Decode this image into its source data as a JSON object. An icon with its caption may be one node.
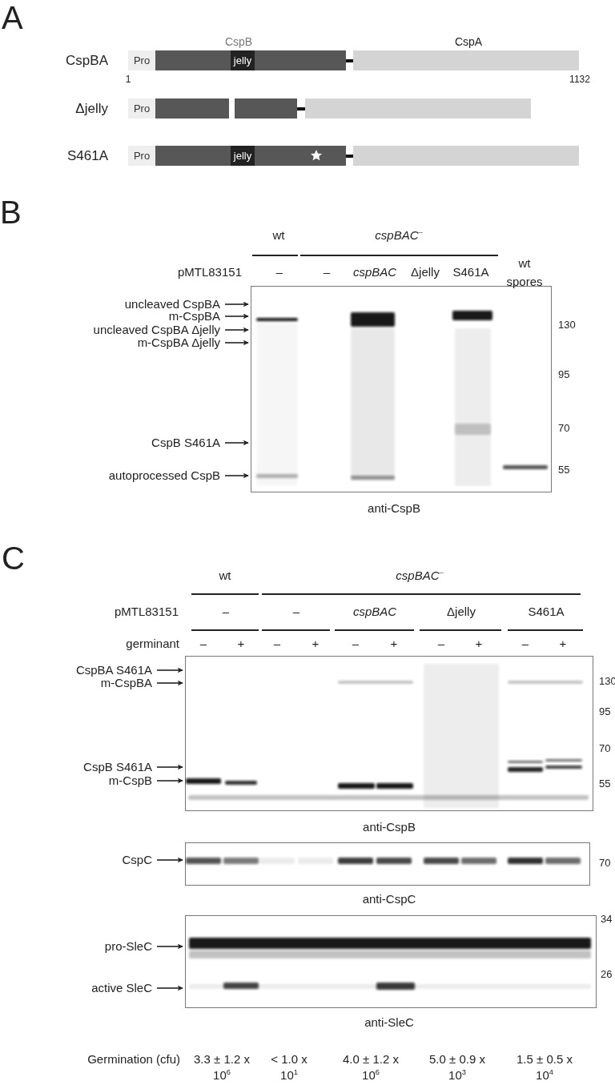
{
  "diagram": {
    "nodes": [
      {
        "text": [
          "Pro"
        ]
      },
      {
        "text": [
          "CspB"
        ]
      },
      {
        "text": [
          "jelly"
        ],
        "in": 1
      },
      {
        "text": [
          "CspA"
        ]
      },
      {
        "text": [
          "Pro"
        ]
      },
      {
        "text": [],
        "shape": "bar"
      },
      {
        "text": [],
        "shape": "bar"
      },
      {
        "text": [],
        "shape": "bar"
      },
      {
        "text": [
          "Pro"
        ]
      },
      {
        "text": [],
        "shape": "bar"
      },
      {
        "text": [
          "jelly"
        ],
        "in": 9
      },
      {
        "text": [],
        "shape": "bar"
      },
      {
        "text": [],
        "shape": "picture"
      },
      {
        "text": [
          "uncleaved CspBA"
        ]
      },
      {
        "text": [
          "m-CspBA"
        ]
      },
      {
        "text": [
          "uncleaved CspBA Δjelly"
        ]
      },
      {
        "text": [
          "m-CspBA Δjelly"
        ]
      },
      {
        "text": [
          "CspB S461A"
        ]
      },
      {
        "text": [
          "autoprocessed CspB"
        ]
      },
      {
        "text": [],
        "shape": "picture"
      },
      {
        "text": [
          "CspBA S461A"
        ]
      },
      {
        "text": [
          "m-CspBA"
        ]
      },
      {
        "text": [
          "CspB S461A"
        ]
      },
      {
        "text": [
          "m-CspB"
        ]
      },
      {
        "text": [],
        "shape": "picture"
      },
      {
        "text": [
          "CspC"
        ]
      },
      {
        "text": [],
        "shape": "picture"
      },
      {
        "text": [
          "pro-SleC"
        ]
      },
      {
        "text": [
          "active SleC"
        ]
      }
    ],
    "edges": [
      {
        "from": 13,
        "to": 12,
        "arrow": "to"
      },
      {
        "from": 14,
        "to": 12,
        "arrow": "to"
      },
      {
        "from": 15,
        "to": 12,
        "arrow": "to"
      },
      {
        "from": 16,
        "to": 12,
        "arrow": "to"
      },
      {
        "from": 17,
        "to": 12,
        "arrow": "to"
      },
      {
        "from": 18,
        "to": 12,
        "arrow": "to"
      },
      {
        "from": 20,
        "to": 19,
        "arrow": "to"
      },
      {
        "from": 21,
        "to": 19,
        "arrow": "to"
      },
      {
        "from": 22,
        "to": 19,
        "arrow": "to"
      },
      {
        "from": 23,
        "to": 19,
        "arrow": "to"
      },
      {
        "from": 25,
        "to": 24,
        "arrow": "to"
      },
      {
        "from": 27,
        "to": 26,
        "arrow": "to"
      },
      {
        "from": 28,
        "to": 26,
        "arrow": "to"
      }
    ],
    "labels": [
      "A",
      "CspBA",
      "1",
      "1132",
      "Δjelly",
      "S461A",
      "B",
      "wt",
      "cspBAC$^{–}$",
      "pMTL83151",
      "–",
      "–",
      "cspBAC",
      "Δjelly",
      "S461A",
      "wt spores",
      "130",
      "95",
      "70",
      "55",
      "anti-CspB",
      "C",
      "wt",
      "cspBAC$^{–}$",
      "pMTL83151",
      "–",
      "–",
      "cspBAC",
      "Δjelly",
      "S461A",
      "germinant",
      "–",
      "+",
      "–",
      "+",
      "–",
      "+",
      "–",
      "+",
      "–",
      "+",
      "130",
      "95",
      "70",
      "55",
      "anti-CspB",
      "70",
      "anti-CspC",
      "34",
      "26",
      "anti-SleC",
      "Germination (cfu)",
      "3.3 ± 1.2 x 10$^{6}$",
      "< 1.0 x 10$^{1}$",
      "4.0 ± 1.2 x 10$^{6}$",
      "5.0 ± 0.9 x 10$^{3}$",
      "1.5 ± 0.5 x 10$^{4}$"
    ]
  }
}
